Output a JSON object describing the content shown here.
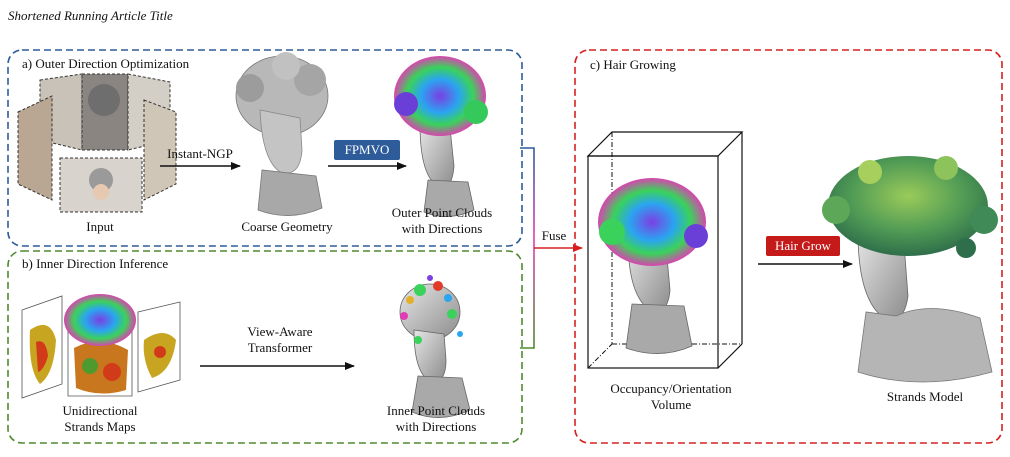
{
  "running_title": "Shortened Running Article Title",
  "panels": {
    "outer": {
      "title": "a) Outer Direction Optimization",
      "color": "#2e5c9a"
    },
    "inner": {
      "title": "b) Inner Direction Inference",
      "color": "#4f8a2e"
    },
    "growing": {
      "title": "c) Hair Growing",
      "color": "#d62020"
    }
  },
  "labels": {
    "input": "Input",
    "instant_ngp": "Instant-NGP",
    "coarse_geometry": "Coarse Geometry",
    "fpmvo": "FPMVO",
    "outer_clouds_1": "Outer Point Clouds",
    "outer_clouds_2": "with Directions",
    "unidirectional_1": "Unidirectional",
    "unidirectional_2": "Strands Maps",
    "view_aware_1": "View-Aware",
    "view_aware_2": "Transformer",
    "inner_clouds_1": "Inner Point Clouds",
    "inner_clouds_2": "with Directions",
    "fuse": "Fuse",
    "volume_1": "Occupancy/Orientation",
    "volume_2": "Volume",
    "hair_grow": "Hair Grow",
    "strands_model": "Strands Model"
  },
  "colors": {
    "fpmvo_bg": "#2e5c9a",
    "hair_grow_bg": "#c41a1a",
    "arrow": "#111111"
  }
}
